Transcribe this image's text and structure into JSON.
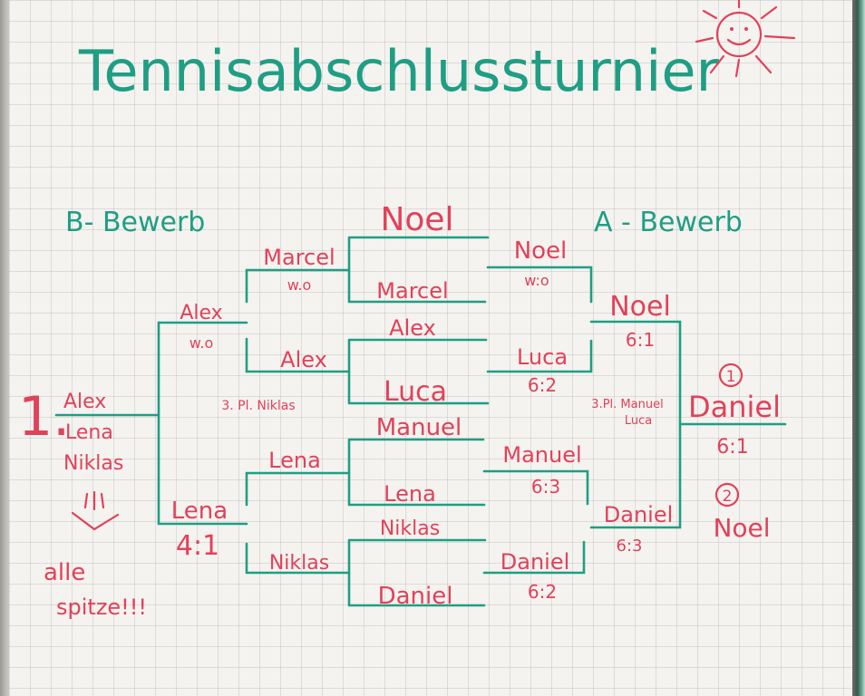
{
  "title": "Tennisabschlussturnier",
  "b_bewerb": {
    "label": "B- Bewerb",
    "r1_top_winner": "Marcel",
    "r1_top_score": "w.o",
    "r1_bottom_upper": "Alex",
    "r1_bottom_lower": "Lena",
    "r1_bottom_lower2": "Niklas",
    "semi_top_winner": "Alex",
    "semi_top_score": "w.o",
    "semi_bottom_winner": "Lena",
    "final_score": "4:1",
    "third_place": "3. Pl. Niklas",
    "ranking_number": "1.",
    "ranking": [
      "Alex",
      "Lena",
      "Niklas"
    ],
    "note_line1": "alle",
    "note_line2": "spitze!!!"
  },
  "center_matches": [
    {
      "top": "Noel",
      "bottom": "Marcel"
    },
    {
      "top": "Alex",
      "bottom": "Luca"
    },
    {
      "top": "Manuel",
      "bottom": "Lena"
    },
    {
      "top": "Niklas",
      "bottom": "Daniel"
    }
  ],
  "a_bewerb": {
    "label": "A - Bewerb",
    "r1": [
      {
        "winner": "Noel",
        "score": "w:o"
      },
      {
        "winner": "Luca",
        "score": "6:2"
      },
      {
        "winner": "Manuel",
        "score": "6:3"
      },
      {
        "winner": "Daniel",
        "score": "6:2"
      }
    ],
    "semi_top_winner": "Noel",
    "semi_top_score": "6:1",
    "semi_bottom_winner": "Daniel",
    "semi_bottom_score": "6:3",
    "third_place_line1": "3.Pl. Manuel",
    "third_place_line2": "Luca",
    "champion": "Daniel",
    "final_score": "6:1",
    "place1_number": "1",
    "place2_number": "2",
    "place2_name": "Noel"
  },
  "colors": {
    "teal": "#1f9e84",
    "red": "#e2415a",
    "paper": "#f4f3ef"
  }
}
